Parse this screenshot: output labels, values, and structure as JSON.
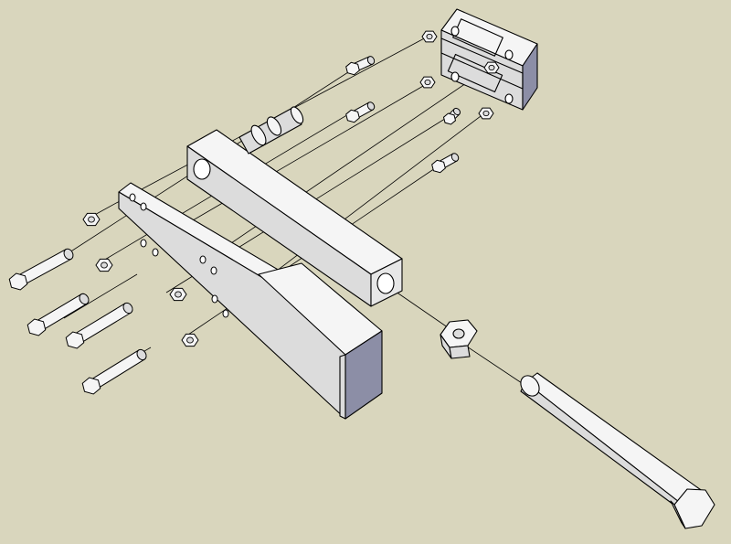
{
  "colors": {
    "background": "#d9d6bd",
    "top_face": "#f5f5f5",
    "side_face": "#dcdcdc",
    "end_face": "#8c8ea6",
    "outline": "#000000"
  },
  "parts": {
    "mounting_block": "mounting-block",
    "square_tube": "square-tube-arm",
    "base_plate": "base-plate",
    "pivot_pin": "pivot-pin",
    "large_nut": "large-hex-nut",
    "bolts": 8,
    "nuts": 8
  }
}
